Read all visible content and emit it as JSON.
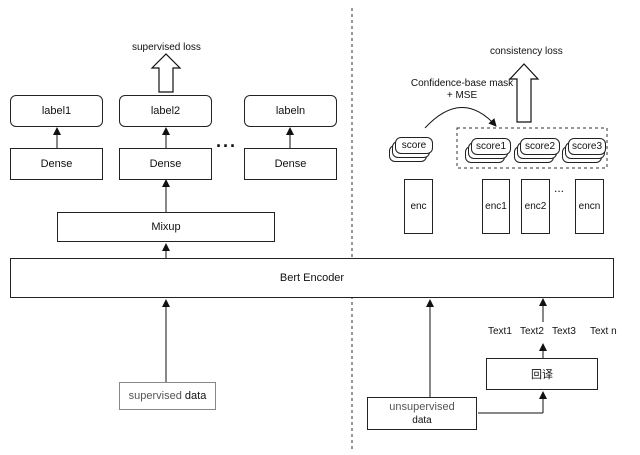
{
  "left": {
    "loss_label": "supervised loss",
    "labels": [
      "label1",
      "label2",
      "labeln"
    ],
    "dense": [
      "Dense",
      "Dense",
      "Dense"
    ],
    "dots": "···",
    "mixup": "Mixup",
    "input_word1": "supervised",
    "input_word2": "data"
  },
  "encoder": {
    "label": "Bert Encoder"
  },
  "right": {
    "loss_label": "consistency loss",
    "mask_line1": "Confidence-base mask",
    "mask_line2": "+ MSE",
    "score": "score",
    "scores": [
      "score1",
      "score2",
      "score3"
    ],
    "enc": "enc",
    "encs": [
      "enc1",
      "enc2",
      "encn"
    ],
    "enc_dots": "...",
    "texts": [
      "Text1",
      "Text2",
      "Text3",
      "Text n"
    ],
    "backtranslate": "回译",
    "input_word1": "unsupervised",
    "input_word2": "data"
  }
}
